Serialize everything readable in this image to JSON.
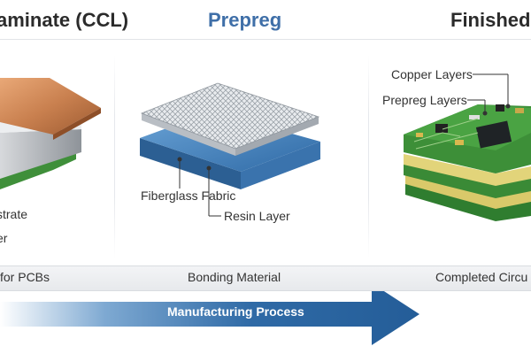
{
  "titles": {
    "left": "aminate (CCL)",
    "middle": "Prepreg",
    "right": "Finished"
  },
  "labels": {
    "substrate": "strate",
    "copper": "er",
    "fiberglass_fabric": "Fiberglass Fabric",
    "resin_layer": "Resin Layer",
    "copper_layers": "Copper Layers",
    "prepreg_layers": "Prepreg Layers"
  },
  "band": {
    "left": "for PCBs",
    "middle": "Bonding Material",
    "right": "Completed Circu"
  },
  "arrow": {
    "label": "Manufacturing Process"
  },
  "colors": {
    "prepreg_title": "#3f6fa8",
    "arrow": "#2f6aa6",
    "copper": "#c9804f",
    "resin": "#4a86c0",
    "pcb_green": "#2f7d2f"
  }
}
